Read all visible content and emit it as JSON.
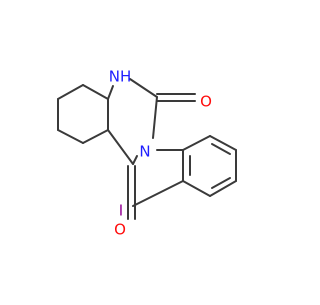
{
  "molecule": {
    "atom_labels": {
      "nh": "NH",
      "n3": "N",
      "o2": "O",
      "o4": "O",
      "iodine": "I"
    },
    "colors": {
      "bond": "#3a3a3a",
      "nitrogen": "#1f1fff",
      "oxygen": "#ff0d0d",
      "iodine": "#940094",
      "background": "#ffffff"
    }
  }
}
